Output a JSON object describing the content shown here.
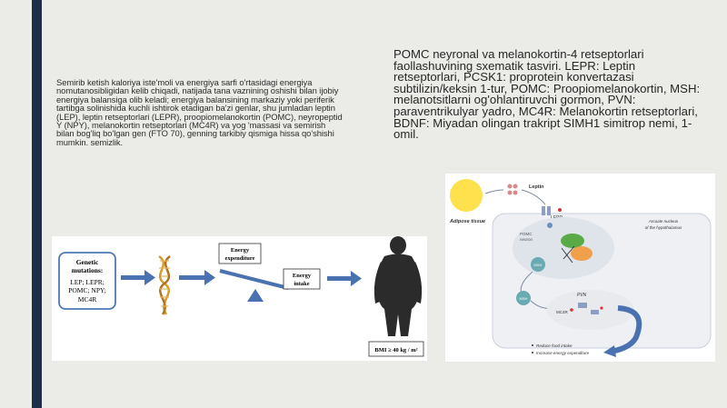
{
  "left_paragraph": "Semirib ketish kaloriya iste'moli va energiya sarfi o'rtasidagi energiya nomutanosibligidan kelib chiqadi, natijada tana vaznining oshishi bilan ijobiy energiya balansiga olib keladi; energiya balansining markaziy yoki periferik tartibga solinishida kuchli ishtirok etadigan ba'zi genlar, shu jumladan leptin (LEP), leptin retseptorlari (LEPR), proopiomelanokortin (POMC), neyropeptid Y (NPY), melanokortin retseptorlari (MC4R) va yog 'massasi va semirish bilan bog'liq bo'lgan gen (FTO 70), genning tarkibiy qismiga hissa qo'shishi mumkin. semizlik.",
  "right_caption": "POMC neyronal va melanokortin-4 retseptorlari faollashuvining sxematik tasviri. LEPR: Leptin retseptorlari, PCSK1: proprotein konvertazasi subtilizin/keksin 1-tur, POMC: Proopiomelanokortin, MSH: melanotsitlarni og'ohlantiruvchi gormon, PVN: paraventrikulyar yadro, MC4R: Melanokortin retseptorlari, BDNF: Miyadan olingan trakript SIMH1 simitrop nemi, 1-omil.",
  "figure1": {
    "genetic_title_1": "Genetic",
    "genetic_title_2": "mutations:",
    "genetic_line_1": "LEP; LEPR;",
    "genetic_line_2": "POMC; NPY;",
    "genetic_line_3": "MC4R",
    "energy_expenditure_1": "Energy",
    "energy_expenditure_2": "expenditure",
    "energy_intake_1": "Energy",
    "energy_intake_2": "intake",
    "bmi_label": "BMI ≥ 40 kg / m²"
  },
  "figure2": {
    "adipose_tissue": "Adipose tissue",
    "leptin": "Leptin",
    "lepr": "LEPR",
    "arcuate_1": "Arcuate nucleus",
    "arcuate_2": "of the hypothalamus",
    "pomc_neuron_1": "POMC",
    "pomc_neuron_2": "neuron",
    "msh_1": "MSH",
    "msh_2": "MSH",
    "pvn": "PVN",
    "mc4r": "MC4R",
    "bullet_1": "Reduce food intake",
    "bullet_2": "Increase energy expenditure"
  },
  "colors": {
    "accent_bar": "#1e2e4a",
    "background": "#ebebe7",
    "arrow_blue": "#4a72b0",
    "sun_yellow": "#ffe14d",
    "pomc_green": "#5aab47",
    "orange": "#f0a04b",
    "cell_teal": "#6aaab3"
  }
}
